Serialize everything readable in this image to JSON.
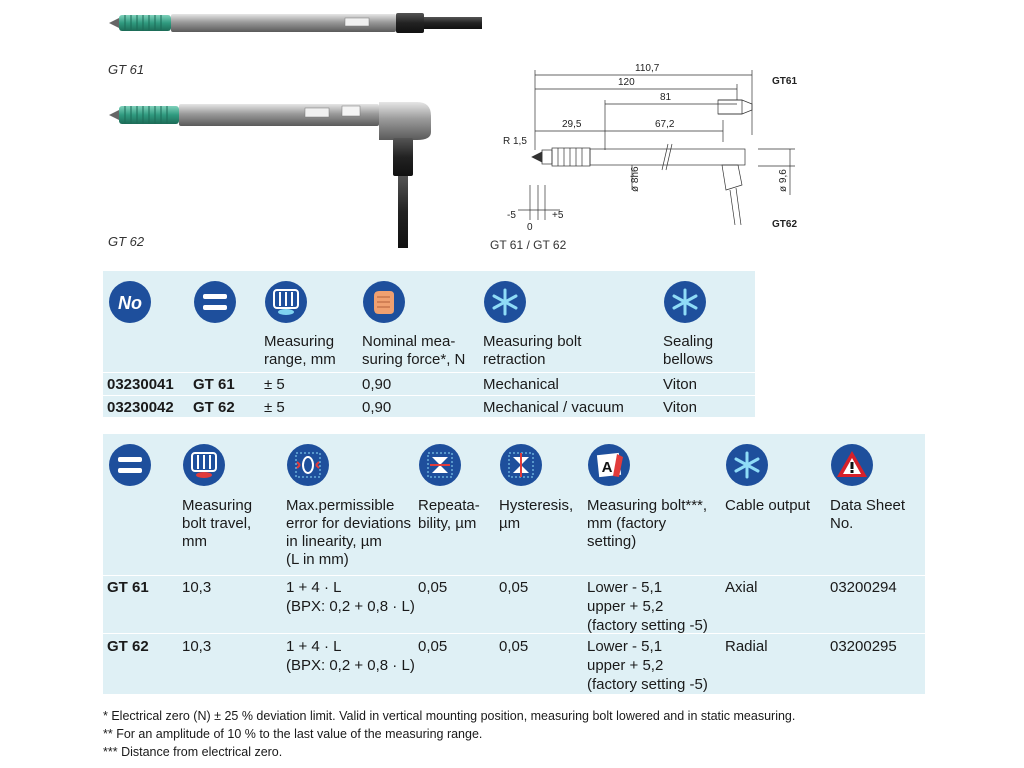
{
  "products": {
    "gt61_caption": "GT 61",
    "gt62_caption": "GT 62",
    "drawing_caption": "GT 61 / GT 62"
  },
  "drawing": {
    "dim_1107": "110,7",
    "dim_120": "120",
    "dim_81": "81",
    "dim_295": "29,5",
    "dim_672": "67,2",
    "dim_r15": "R 1,5",
    "dim_8h6": "ø 8h6",
    "dim_96": "ø 9,6",
    "label_gt61": "GT61",
    "label_gt62": "GT62",
    "tol_minus": "-5",
    "tol_zero": "0",
    "tol_plus": "+5"
  },
  "table1": {
    "headers": {
      "range": [
        "Measuring",
        "range, mm"
      ],
      "force": [
        "Nominal mea-",
        "suring force*, N"
      ],
      "retraction": [
        "Measuring bolt",
        "retraction"
      ],
      "bellows": [
        "Sealing",
        "bellows"
      ]
    },
    "rows": [
      {
        "no": "03230041",
        "model": "GT 61",
        "range": "± 5",
        "force": "0,90",
        "retraction": "Mechanical",
        "bellows": "Viton"
      },
      {
        "no": "03230042",
        "model": "GT 62",
        "range": "± 5",
        "force": "0,90",
        "retraction": "Mechanical / vacuum",
        "bellows": "Viton"
      }
    ]
  },
  "table2": {
    "headers": {
      "travel": [
        "Measuring",
        "bolt travel,",
        "mm"
      ],
      "error": [
        "Max.permissible",
        "error for deviations",
        "in linearity, µm",
        "(L in mm)"
      ],
      "repeat": [
        "Repeata-",
        "bility, µm"
      ],
      "hyst": [
        "Hysteresis,",
        "µm"
      ],
      "bolt": [
        "Measuring bolt***,",
        "mm (factory",
        "setting)"
      ],
      "cable": [
        "Cable output"
      ],
      "sheet": [
        "Data Sheet",
        "No."
      ]
    },
    "rows": [
      {
        "model": "GT 61",
        "travel": "10,3",
        "error": [
          "1 + 4 · L",
          "(BPX: 0,2 + 0,8 · L)"
        ],
        "repeat": "0,05",
        "hyst": "0,05",
        "bolt": [
          "Lower - 5,1",
          "upper + 5,2",
          "(factory setting -5)"
        ],
        "cable": "Axial",
        "sheet": "03200294"
      },
      {
        "model": "GT 62",
        "travel": "10,3",
        "error": [
          "1 + 4 · L",
          "(BPX: 0,2 + 0,8 · L)"
        ],
        "repeat": "0,05",
        "hyst": "0,05",
        "bolt": [
          "Lower - 5,1",
          "upper + 5,2",
          "(factory setting -5)"
        ],
        "cable": "Radial",
        "sheet": "03200295"
      }
    ]
  },
  "icons": {
    "no_icon": "No",
    "ref_data_sheet": "A"
  },
  "footnotes": [
    "* Electrical zero (N) ± 25 % deviation limit. Valid in vertical mounting position, measuring bolt lowered and in static measuring.",
    "** For an amplitude of 10 % to the last value of the measuring range.",
    "*** Distance from electrical zero."
  ],
  "colors": {
    "panel": "#dff0f5",
    "icon_blue": "#1e4f9c",
    "bellows_green": "#3aa58a",
    "warning_red": "#d6202a"
  }
}
